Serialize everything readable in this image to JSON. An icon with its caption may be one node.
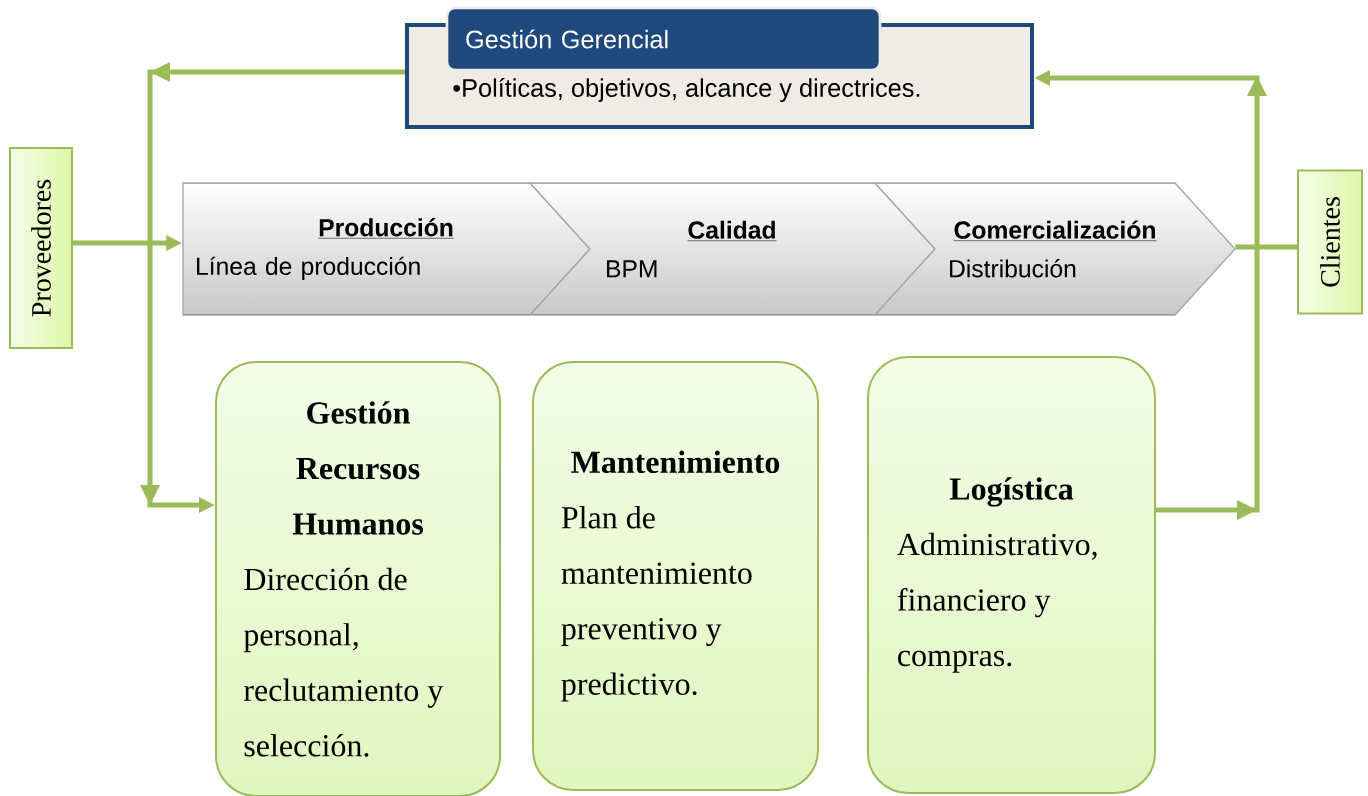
{
  "diagram": {
    "nodes": [
      {
        "text": [
          "Proveedores"
        ]
      },
      {
        "text": [
          "Gestión Gerencial",
          "•Políticas, objetivos, alcance y directrices."
        ]
      },
      {
        "text": [
          "Producción",
          "Línea de producción"
        ]
      },
      {
        "text": [
          "Calidad",
          "BPM"
        ]
      },
      {
        "text": [
          "Comercialización",
          "Distribución"
        ]
      },
      {
        "text": [
          "Gestión Recursos Humanos",
          "Dirección de personal, reclutamiento y selección."
        ]
      },
      {
        "text": [
          "Mantenimiento",
          "Plan de mantenimiento preventivo y predictivo."
        ]
      },
      {
        "text": [
          "Logística",
          "Administrativo, financiero y compras."
        ]
      },
      {
        "text": [
          "Clientes"
        ]
      }
    ],
    "edges": [
      {
        "from": 0,
        "to": 2,
        "arrow": "to"
      },
      {
        "from": 1,
        "to": 5,
        "arrow": "to"
      },
      {
        "from": 4,
        "to": 8,
        "arrow": "none"
      },
      {
        "from": 7,
        "to": 1,
        "arrow": "to"
      }
    ]
  }
}
